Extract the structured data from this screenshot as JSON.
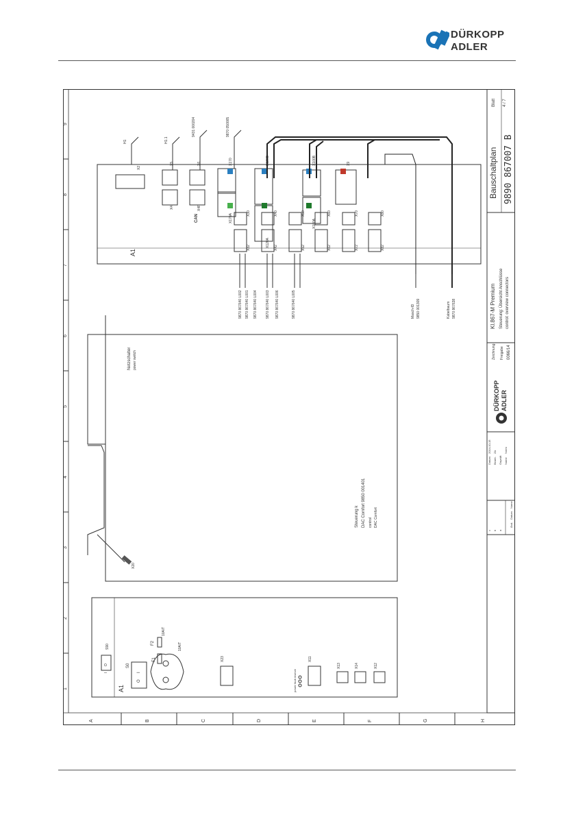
{
  "brand": {
    "line1": "DÜRKOPP",
    "line2": "ADLER"
  },
  "grid": {
    "columns": [
      "1",
      "2",
      "3",
      "4",
      "5",
      "6",
      "7",
      "8",
      "9"
    ],
    "rows": [
      "A",
      "B",
      "C",
      "D",
      "E",
      "F",
      "G",
      "H"
    ]
  },
  "title_block": {
    "title": "Bauschaltplan",
    "number": "9890 867007 B",
    "sheet_label": "Blatt",
    "sheet_value": "4 / 7",
    "machine": "Kl.867-M Premium",
    "description_de": "Steuerung: Übersicht Anschlüsse",
    "description_en": "control: overview connectors",
    "freigabe_label": "Freigabe",
    "freigabe_value": "0066/14",
    "zeichnung_label": "Zeichnung",
    "datum_label": "Datum",
    "datum_value": "2014-10-15",
    "bearb_label": "Bearb.",
    "bearb_value": "ZA",
    "geprueft_label": "Geprüft",
    "name_label": "Name",
    "norm_label": "Norm",
    "rev_labels": [
      "Änd.",
      "Datum",
      "Name"
    ],
    "rev_rows": [
      "c",
      "b",
      "a"
    ]
  },
  "power_module": {
    "label": "A1",
    "switch": "S0",
    "switch_on": "I",
    "switch_off": "O",
    "top_label": "S90",
    "top_on": "O",
    "top_off": "I",
    "fuse1": "F1",
    "fuse1_rating": "10A/T",
    "fuse2": "F2",
    "fuse2_rating": "10A/T",
    "conn_x23": "X23",
    "conn_x11": "X11",
    "conn_x13": "X13",
    "conn_x14": "X14",
    "conn_x12": "X12",
    "leds": "power\nfault\nreserve"
  },
  "controller": {
    "label_de": "Steuerung k",
    "label_model": "DAC Comfort 9850 001401",
    "label_en": "control",
    "label_en_model": "DAC Comfort",
    "power_switch_de": "Netzschalter",
    "power_switch_en": "power switch",
    "x20": "X20"
  },
  "a1_module": {
    "label": "A1",
    "top_row": [
      "X2",
      "X5",
      "X6",
      "X170",
      "X120B",
      "X100B",
      "X9"
    ],
    "top_row2": [
      "X4",
      "X4F",
      "X170A",
      "X120A",
      "X100A"
    ],
    "lower_row": [
      "X30",
      "X40",
      "X50",
      "X60",
      "X70",
      "X80"
    ],
    "lower_row2": [
      "X32",
      "X42",
      "X52",
      "X62",
      "X72",
      "X82"
    ],
    "can_label": "CAN"
  },
  "leads_top": {
    "h1": "H1",
    "h11": "H1.1",
    "ref1": "9431 000204",
    "ref2": "9870 050005"
  },
  "cables": [
    "9870 867640 L002",
    "9870 867640 L001",
    "9870 867640 L004",
    "9870 867640 L003",
    "9870 867640 L006",
    "9870 867640 L005"
  ],
  "extra_cables": {
    "masch_id_label": "Masch-ID",
    "masch_id_ref": "9850 001309",
    "kabelbaum_label": "Kabelbaum",
    "kabelbaum_ref": "9870 867638"
  }
}
